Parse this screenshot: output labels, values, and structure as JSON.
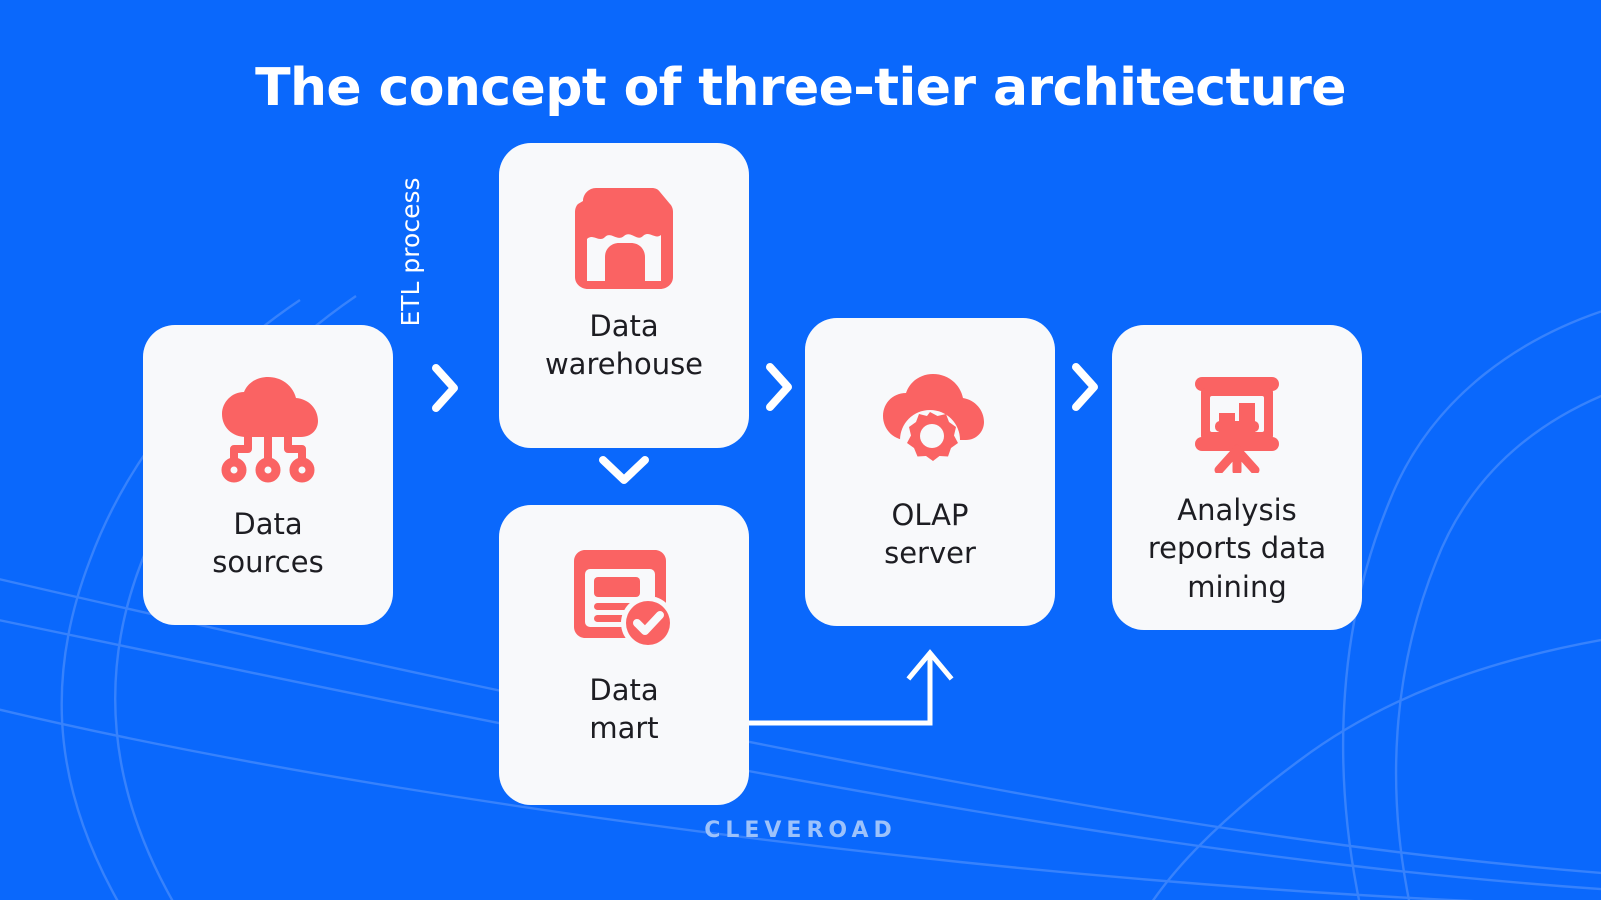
{
  "title": "The concept of three-tier architecture",
  "colors": {
    "background": "#0a68fc",
    "card": "#f8f9fb",
    "icon": "#fa6363",
    "text": "#1d1d22",
    "title": "#ffffff",
    "connector": "#ffffff",
    "watermark": "#9dc2fb"
  },
  "cards": {
    "data_sources": {
      "label": "Data\nsources",
      "icon": "cloud-network-icon"
    },
    "data_warehouse": {
      "label": "Data\nwarehouse",
      "icon": "warehouse-store-icon"
    },
    "data_mart": {
      "label": "Data\nmart",
      "icon": "report-check-icon"
    },
    "olap_server": {
      "label": "OLAP\nserver",
      "icon": "cloud-gear-icon"
    },
    "analysis": {
      "label": "Analysis\nreports data\nmining",
      "icon": "presentation-chart-icon"
    }
  },
  "connectors": {
    "etl_label": "ETL process",
    "chevron_1": "chevron-right-icon",
    "chevron_2": "chevron-right-icon",
    "chevron_3": "chevron-right-icon",
    "chevron_down": "chevron-down-icon",
    "mart_to_olap": "elbow-arrow-up-icon"
  },
  "watermark": "CLEVEROAD"
}
